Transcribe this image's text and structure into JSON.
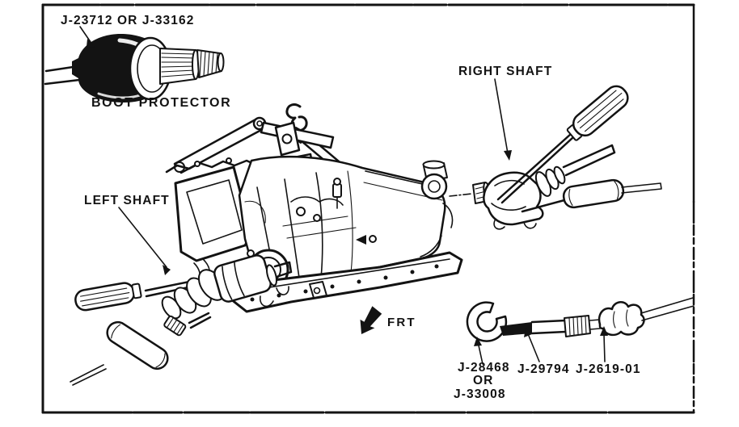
{
  "colors": {
    "ink": "#131313",
    "paper": "#ffffff"
  },
  "labels": {
    "boot_tools": "J-23712 OR J-33162",
    "boot_caption": "BOOT PROTECTOR",
    "right_shaft": "RIGHT SHAFT",
    "left_shaft": "LEFT SHAFT",
    "front": "FRT",
    "fork_tool": {
      "line1": "J-28468",
      "line2": "OR",
      "line3": "J-33008"
    },
    "extension_tool": "J-29794",
    "slide_hammer_tool": "J-2619-01"
  }
}
